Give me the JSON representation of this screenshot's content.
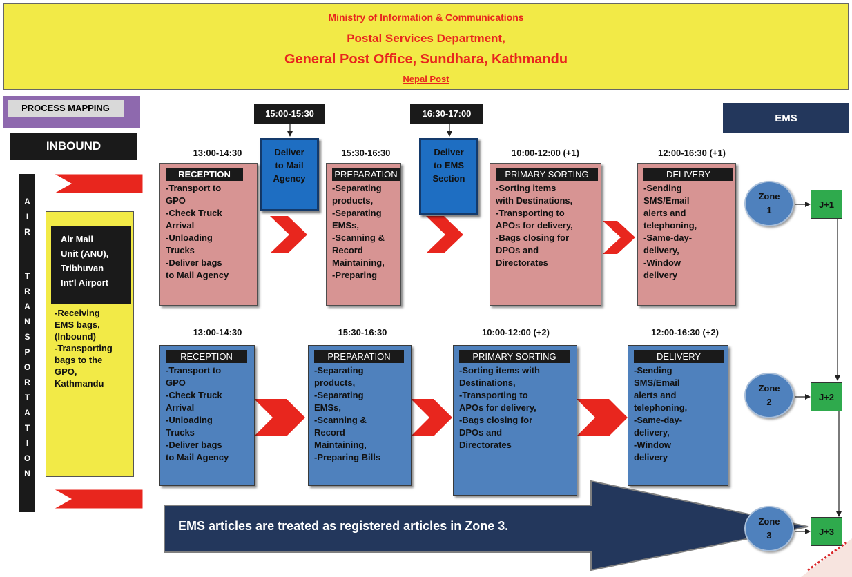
{
  "header": {
    "line1": "Ministry of Information & Communications",
    "line2": "Postal Services Department,",
    "line3": "General Post Office, Sundhara, Kathmandu",
    "line4": "Nepal Post"
  },
  "process_mapping": "PROCESS MAPPING",
  "inbound": "INBOUND",
  "ems": "EMS",
  "air_transportation_letters": [
    "A",
    "I",
    "R",
    "T",
    "R",
    "A",
    "N",
    "S",
    "P",
    "O",
    "R",
    "T",
    "A",
    "T",
    "I",
    "O",
    "N"
  ],
  "air_mail_unit": {
    "title_lines": [
      "Air Mail",
      "Unit (ANU),",
      "Tribhuvan",
      "Int'l Airport"
    ],
    "body_lines": [
      "-Receiving",
      "EMS bags,",
      "(Inbound)",
      "-Transporting",
      "bags to the",
      "GPO,",
      "Kathmandu"
    ]
  },
  "top_times": {
    "t1": "15:00-15:30",
    "t2": "16:30-17:00"
  },
  "handoffs": {
    "mail_agency": [
      "Deliver",
      "to Mail",
      "Agency"
    ],
    "ems_section": [
      "Deliver",
      "to EMS",
      "Section"
    ]
  },
  "row1": {
    "times": [
      "13:00-14:30",
      "15:30-16:30",
      "10:00-12:00 (+1)",
      "12:00-16:30 (+1)"
    ],
    "reception": {
      "title": "RECEPTION",
      "lines": [
        "-Transport to",
        "GPO",
        "-Check Truck",
        "Arrival",
        "-Unloading",
        "Trucks",
        "-Deliver bags",
        "to Mail Agency"
      ]
    },
    "preparation": {
      "title": "PREPARATION",
      "lines": [
        "-Separating",
        "products,",
        "-Separating",
        "EMSs,",
        "-Scanning &",
        "Record",
        "Maintaining,",
        "-Preparing"
      ]
    },
    "primary_sorting": {
      "title": "PRIMARY SORTING",
      "lines": [
        "-Sorting items",
        "with Destinations,",
        "-Transporting to",
        "APOs for delivery,",
        "-Bags closing for",
        "DPOs and",
        "Directorates"
      ]
    },
    "delivery": {
      "title": "DELIVERY",
      "lines": [
        "-Sending",
        "SMS/Email",
        "alerts and",
        "telephoning,",
        "-Same-day-",
        "delivery,",
        "-Window",
        "delivery"
      ]
    }
  },
  "row2": {
    "times": [
      "13:00-14:30",
      "15:30-16:30",
      "10:00-12:00 (+2)",
      "12:00-16:30 (+2)"
    ],
    "reception": {
      "title": "RECEPTION",
      "lines": [
        "-Transport to",
        "GPO",
        "-Check Truck",
        "Arrival",
        "-Unloading",
        "Trucks",
        "-Deliver bags",
        "to Mail Agency"
      ]
    },
    "preparation": {
      "title": "PREPARATION",
      "lines": [
        "-Separating",
        "products,",
        "-Separating",
        "EMSs,",
        "-Scanning &",
        "Record",
        "Maintaining,",
        "-Preparing Bills"
      ]
    },
    "primary_sorting": {
      "title": "PRIMARY SORTING",
      "lines": [
        "-Sorting items with",
        "Destinations,",
        "-Transporting to",
        "APOs for delivery,",
        "-Bags closing for",
        "DPOs and",
        "Directorates"
      ]
    },
    "delivery": {
      "title": "DELIVERY",
      "lines": [
        "-Sending",
        "SMS/Email",
        "alerts and",
        "telephoning,",
        "-Same-day-",
        "delivery,",
        "-Window",
        "delivery"
      ]
    }
  },
  "zones": [
    {
      "label": "Zone",
      "num": "1",
      "j": "J+1"
    },
    {
      "label": "Zone",
      "num": "2",
      "j": "J+2"
    },
    {
      "label": "Zone",
      "num": "3",
      "j": "J+3"
    }
  ],
  "note": "EMS articles are treated as registered articles in Zone 3."
}
